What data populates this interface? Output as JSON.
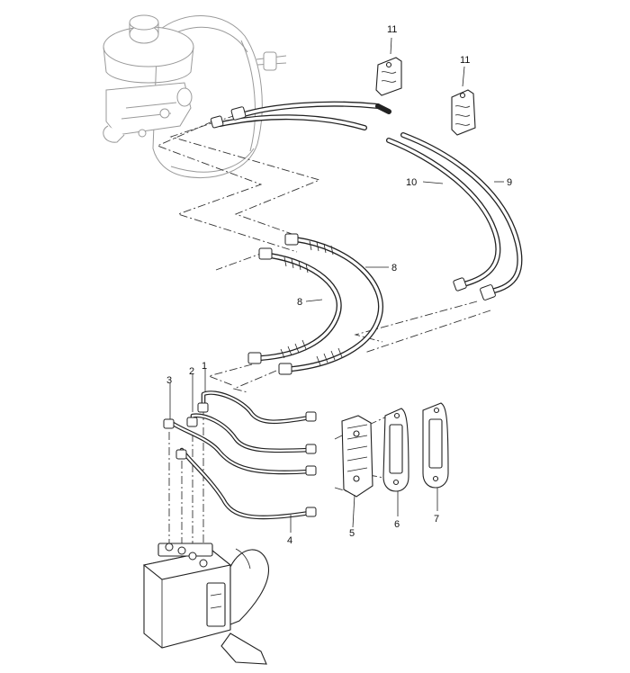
{
  "callouts": [
    {
      "id": "1",
      "text": "1"
    },
    {
      "id": "2",
      "text": "2"
    },
    {
      "id": "3",
      "text": "3"
    },
    {
      "id": "4",
      "text": "4"
    },
    {
      "id": "5",
      "text": "5"
    },
    {
      "id": "6",
      "text": "6"
    },
    {
      "id": "7",
      "text": "7"
    },
    {
      "id": "8a",
      "text": "8"
    },
    {
      "id": "8b",
      "text": "8"
    },
    {
      "id": "9",
      "text": "9"
    },
    {
      "id": "10",
      "text": "10"
    },
    {
      "id": "11a",
      "text": "11"
    },
    {
      "id": "11b",
      "text": "11"
    }
  ],
  "colors": {
    "line": "#222222",
    "ghost": "#9a9a9a",
    "paper": "#ffffff"
  }
}
